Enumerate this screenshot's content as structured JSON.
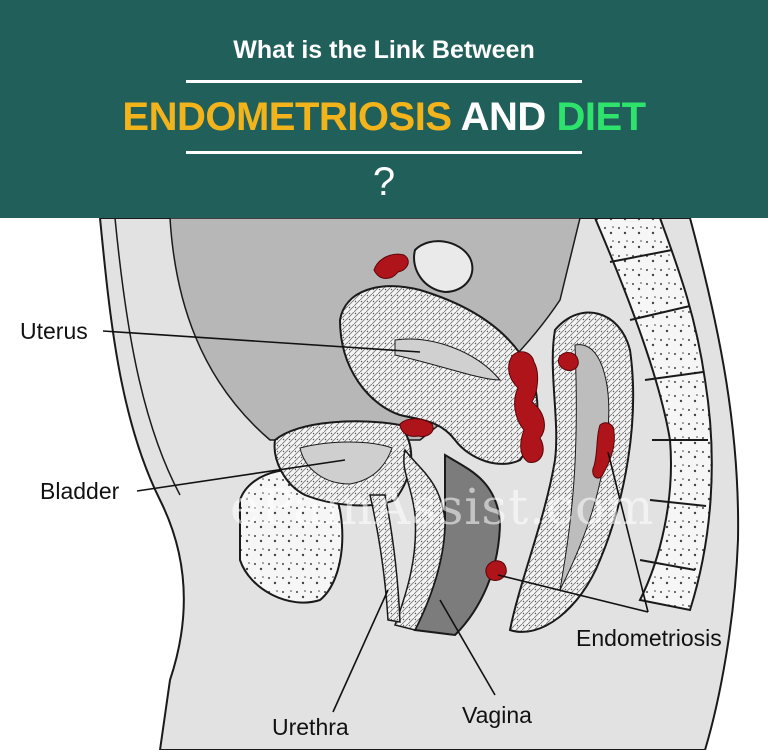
{
  "banner": {
    "subtitle": "What is the Link Between",
    "headline_word1": "ENDOMETRIOSIS",
    "headline_and": "AND",
    "headline_word2": "DIET",
    "question_mark": "?",
    "background_color": "#215f5a",
    "word1_color": "#f2b31b",
    "word2_color": "#2ee36c"
  },
  "labels": {
    "uterus": "Uterus",
    "bladder": "Bladder",
    "endometriosis": "Endometriosis",
    "urethra": "Urethra",
    "vagina": "Vagina"
  },
  "watermark": "ePainAssist.com",
  "colors": {
    "lesion": "#b0141b",
    "tissue": "#c9c9c9",
    "outline": "#1a1a1a"
  }
}
